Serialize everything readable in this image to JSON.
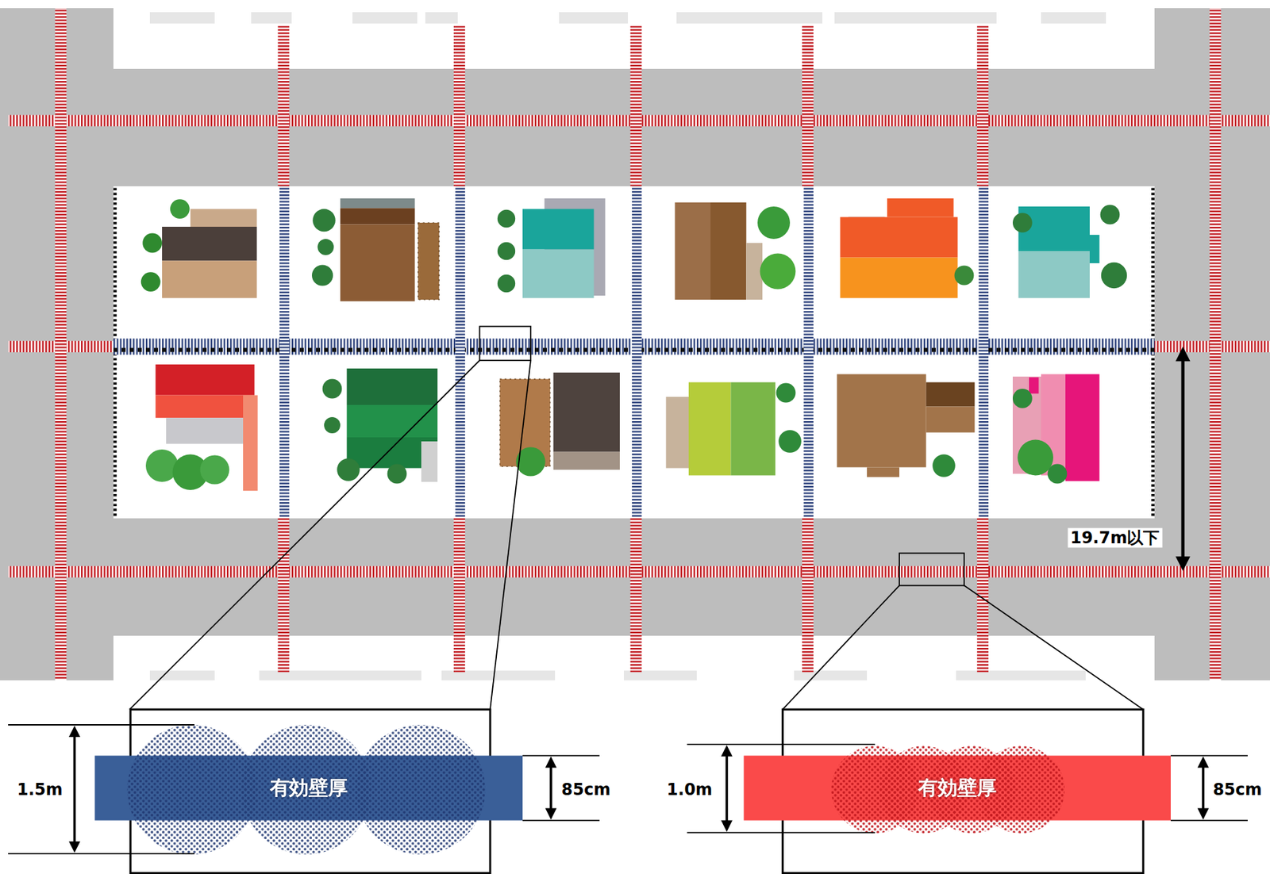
{
  "diagram": {
    "nodes": [
      {
        "text": [
          "有効壁厚"
        ]
      },
      {
        "text": [
          "有効壁厚"
        ]
      }
    ],
    "labels": [
      "19.7m以下",
      "1.5m",
      "85cm",
      "1.0m",
      "85cm"
    ]
  }
}
